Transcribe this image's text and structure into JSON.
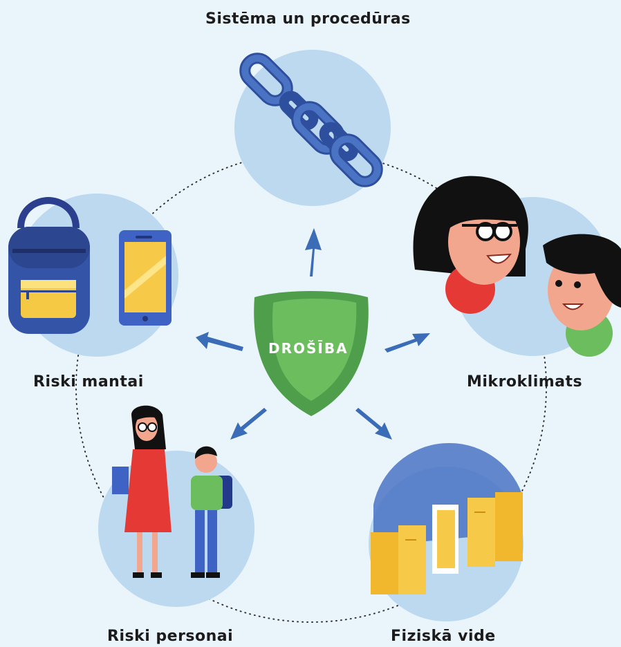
{
  "center": {
    "label": "DROŠĪBA"
  },
  "nodes": {
    "system": {
      "label": "Sistēma un procedūras"
    },
    "property": {
      "label": "Riski mantai"
    },
    "climate": {
      "label": "Mikroklimats"
    },
    "person": {
      "label": "Riski personai"
    },
    "environment": {
      "label": "Fiziskā vide"
    }
  },
  "colors": {
    "background": "#eaf4fb",
    "circle": "#bcd9f0",
    "arrow": "#3b6cb7",
    "shield_dark": "#4f9e4c",
    "shield_light": "#6cbd5e",
    "text": "#1c1c1c"
  },
  "icons": {
    "system": "chain-links-icon",
    "property": "backpack-and-phone-icon",
    "climate": "two-faces-icon",
    "person": "teacher-and-student-icon",
    "environment": "lockers-and-door-icon"
  }
}
